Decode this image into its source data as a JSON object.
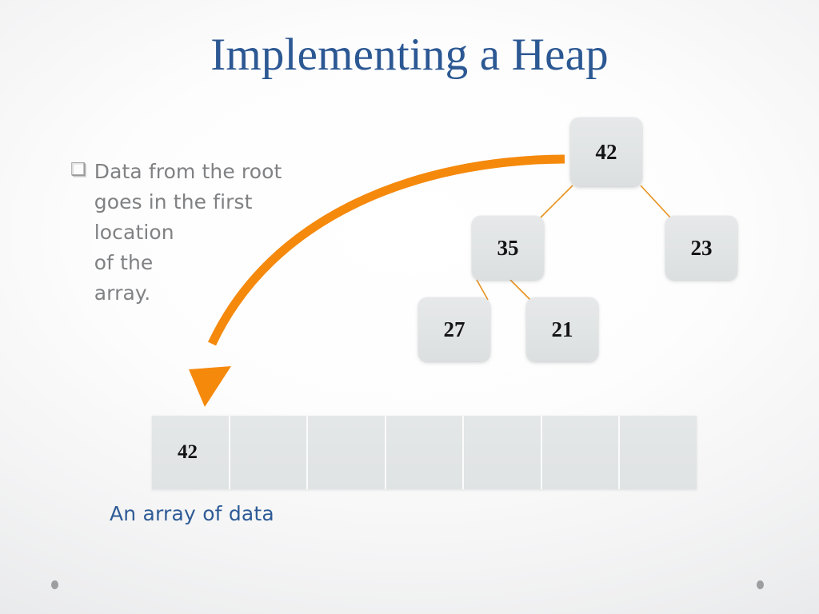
{
  "slide": {
    "title": "Implementing a Heap",
    "title_color": "#2c5893",
    "background_color": "#f4f4f5"
  },
  "bullet": {
    "marker": "❑",
    "text": "Data from the root\ngoes in the first\nlocation\nof the\narray."
  },
  "tree": {
    "accent_color": "#e8921c",
    "node_fill": "#e2e5e6",
    "nodes": [
      {
        "id": "root",
        "value": "42"
      },
      {
        "id": "left",
        "value": "35"
      },
      {
        "id": "right",
        "value": "23"
      },
      {
        "id": "left-left",
        "value": "27"
      },
      {
        "id": "left-right",
        "value": "21"
      }
    ]
  },
  "arrow": {
    "color": "#F5890C",
    "description": "curved arrow from root node to first array cell"
  },
  "array": {
    "caption": "An array of data",
    "caption_color": "#2e5b96",
    "cells": [
      "42",
      "",
      "",
      "",
      "",
      "",
      ""
    ]
  }
}
